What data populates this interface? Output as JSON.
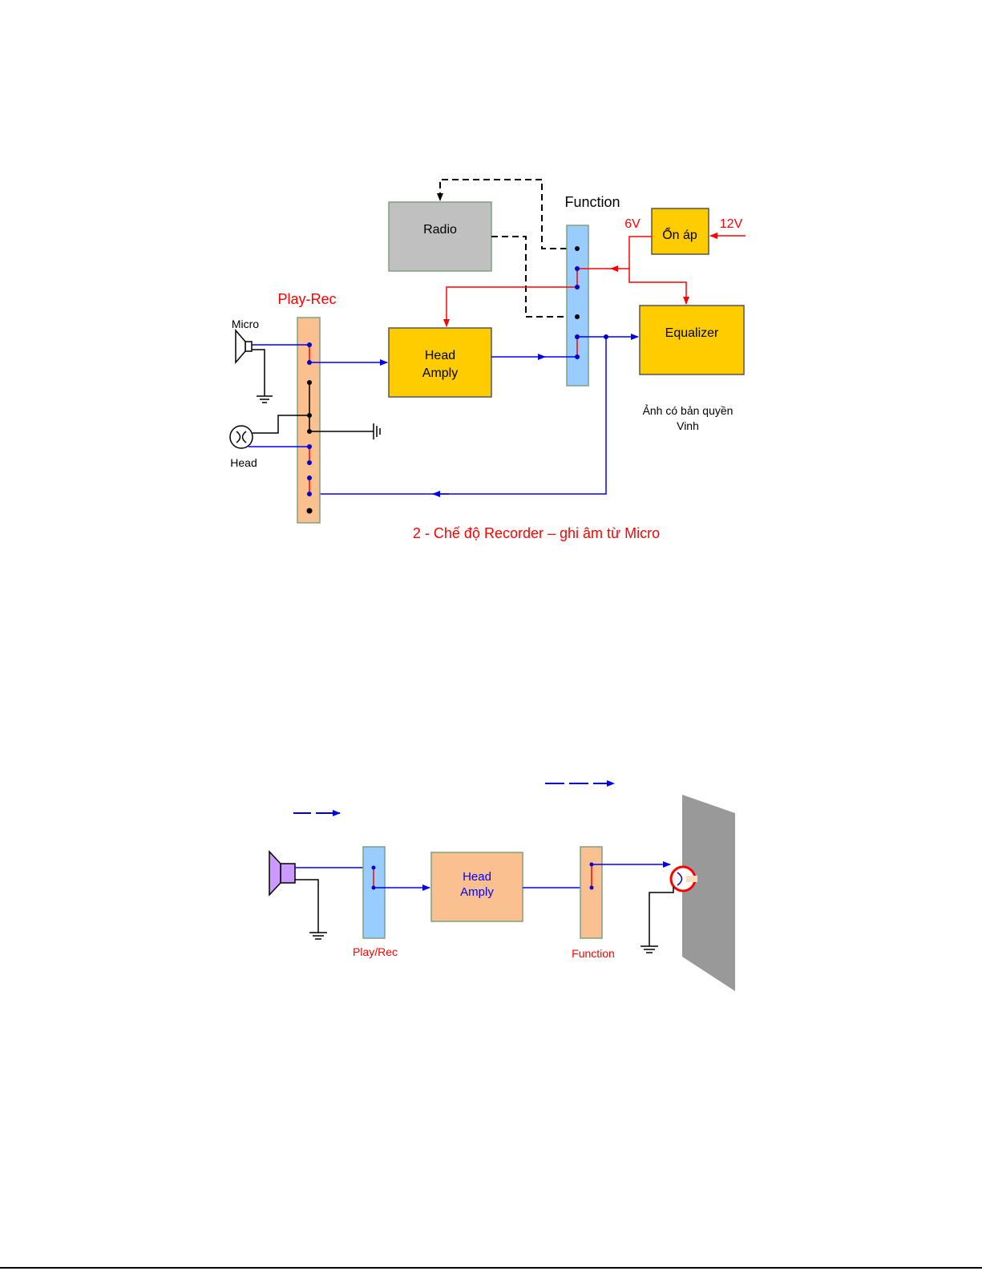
{
  "diagram1": {
    "labels": {
      "radio": "Radio",
      "function": "Function",
      "on_ap": "Ổn áp",
      "v6": "6V",
      "v12": "12V",
      "equalizer": "Equalizer",
      "play_rec": "Play-Rec",
      "micro": "Micro",
      "head": "Head",
      "head_amply_line1": "Head",
      "head_amply_line2": "Amply",
      "watermark_line1": "Ảnh có bản quyền",
      "watermark_line2": "Vinh",
      "caption": "2 - Chế độ Recorder – ghi âm từ Micro"
    },
    "colors": {
      "block_yellow": "#FFCC00",
      "radio_gray": "#C0C0C0",
      "switch_blue": "#99CCFF",
      "switch_peach": "#FAC090",
      "signal_blue": "#0000FF",
      "power_red": "#FF0000",
      "text_red": "#FF0000"
    }
  },
  "diagram2": {
    "labels": {
      "head_amply_line1": "Head",
      "head_amply_line2": "Amply",
      "play_rec": "Play/Rec",
      "function": "Function"
    },
    "colors": {
      "switch_blue": "#99CCFF",
      "switch_peach": "#FAC090",
      "amp_peach": "#FAC090",
      "micro_purple": "#CC99FF",
      "tape_gray": "#999999",
      "label_blue": "#0000FF",
      "label_red": "#FF0000"
    }
  }
}
